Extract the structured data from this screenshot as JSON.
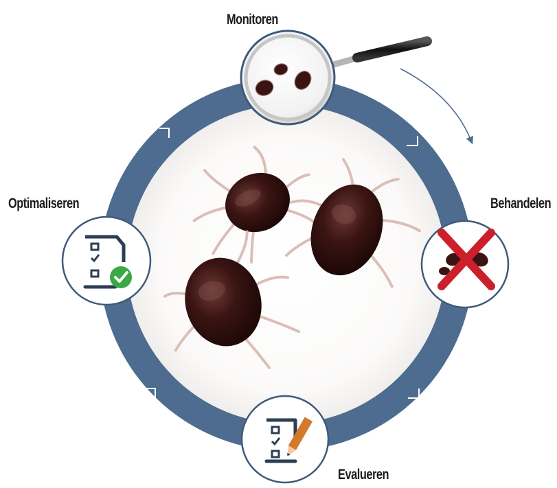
{
  "cycle": {
    "steps": [
      {
        "id": "monitor",
        "label": "Monitoren",
        "icon": "magnifying-glass-mites-icon"
      },
      {
        "id": "treat",
        "label": "Behandelen",
        "icon": "crossed-out-mites-icon"
      },
      {
        "id": "evaluate",
        "label": "Evalueren",
        "icon": "checklist-pencil-icon"
      },
      {
        "id": "optimize",
        "label": "Optimaliseren",
        "icon": "checklist-checkmark-icon"
      }
    ],
    "direction": "clockwise"
  },
  "colors": {
    "ring": "#4e6c8f",
    "ring_shadow": "#3c5674",
    "icon_border": "#3f5a78",
    "icon_dark": "#2c3e55",
    "check_green": "#3aa845",
    "cross_red": "#cc1f2b",
    "pencil_orange": "#d27a2c",
    "mite_body": "#3a1412"
  }
}
